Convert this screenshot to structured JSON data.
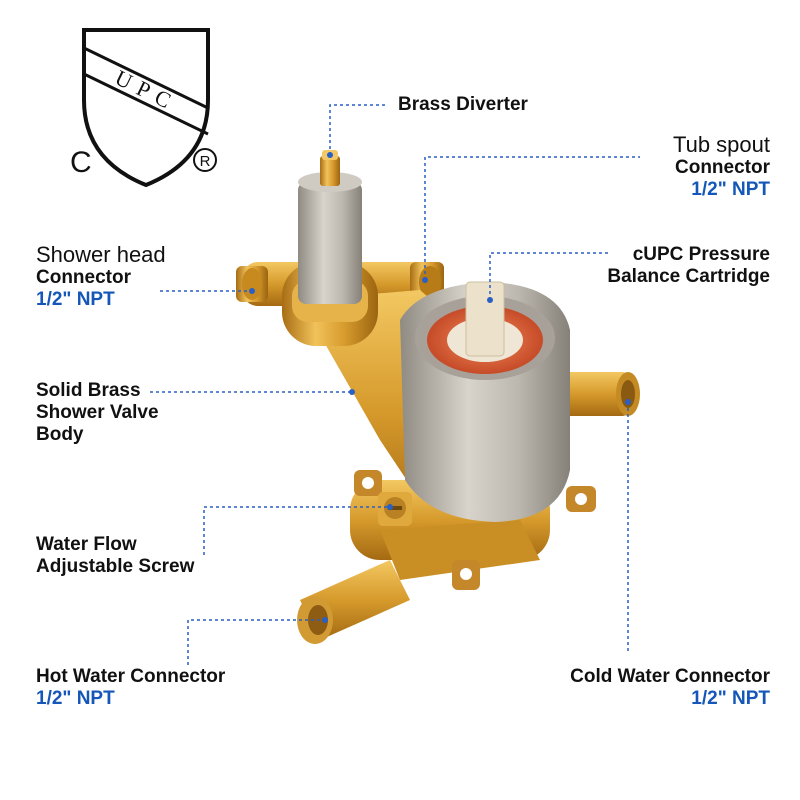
{
  "logo": {
    "mark": "UPC",
    "left_symbol": "C",
    "right_symbol": "®"
  },
  "labels": {
    "brass_diverter": "Brass Diverter",
    "tub_spout": {
      "line1": "Tub spout",
      "line2": "Connector",
      "spec": "1/2\" NPT"
    },
    "shower_head": {
      "line1": "Shower head",
      "line2": "Connector",
      "spec": "1/2\" NPT"
    },
    "cartridge": {
      "line1": "cUPC Pressure",
      "line2": "Balance Cartridge"
    },
    "valve_body": {
      "line1": "Solid Brass",
      "line2": "Shower Valve",
      "line3": "Body"
    },
    "flow_screw": {
      "line1": "Water Flow",
      "line2": "Adjustable Screw"
    },
    "hot_water": {
      "line1": "Hot Water Connector",
      "spec": "1/2\" NPT"
    },
    "cold_water": {
      "line1": "Cold Water Connector",
      "spec": "1/2\" NPT"
    }
  },
  "colors": {
    "leader": "#2a5fc4",
    "spec_text": "#1457b8",
    "brass": "#d9a63a",
    "nickel": "#b3aea6",
    "seal": "#d9603a"
  }
}
